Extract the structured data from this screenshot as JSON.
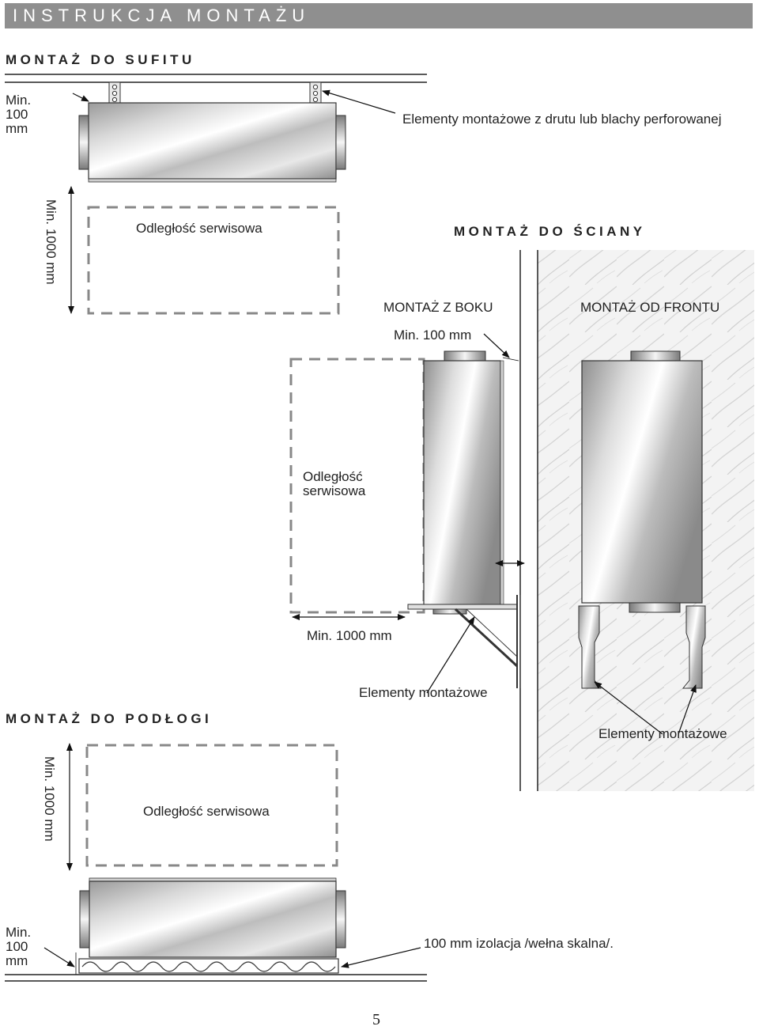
{
  "header": {
    "title": "INSTRUKCJA MONTAŻU"
  },
  "sections": {
    "ceiling": "MONTAŻ DO SUFITU",
    "wall": "MONTAŻ DO ŚCIANY",
    "floor": "MONTAŻ DO PODŁOGI"
  },
  "ceiling": {
    "min_line1": "Min.",
    "min_line2": "100",
    "min_line3": "mm",
    "hangers_label": "Elementy montażowe z drutu lub blachy perforowanej",
    "service_label": "Odległość serwisowa",
    "vertical_dim": "Min. 1000 mm"
  },
  "wall": {
    "side_label": "MONTAŻ Z BOKU",
    "front_label": "MONTAŻ OD FRONTU",
    "min_side": "Min. 100 mm",
    "service_line1": "Odległość",
    "service_line2": "serwisowa",
    "horizontal_dim": "Min. 1000 mm",
    "side_mount_label": "Elementy montażowe",
    "front_mount_label": "Elementy montażowe"
  },
  "floor": {
    "vertical_dim": "Min. 1000 mm",
    "service_label": "Odległość serwisowa",
    "min_line1": "Min.",
    "min_line2": "100",
    "min_line3": "mm",
    "insulation_label": "100 mm izolacja /wełna skalna/."
  },
  "footer": {
    "page_number": "5"
  },
  "colors": {
    "title_bar": "#8f8f8f",
    "dashed": "#888888",
    "metal_dark": "#8a8a8a",
    "metal_light": "#f2f2f2"
  }
}
